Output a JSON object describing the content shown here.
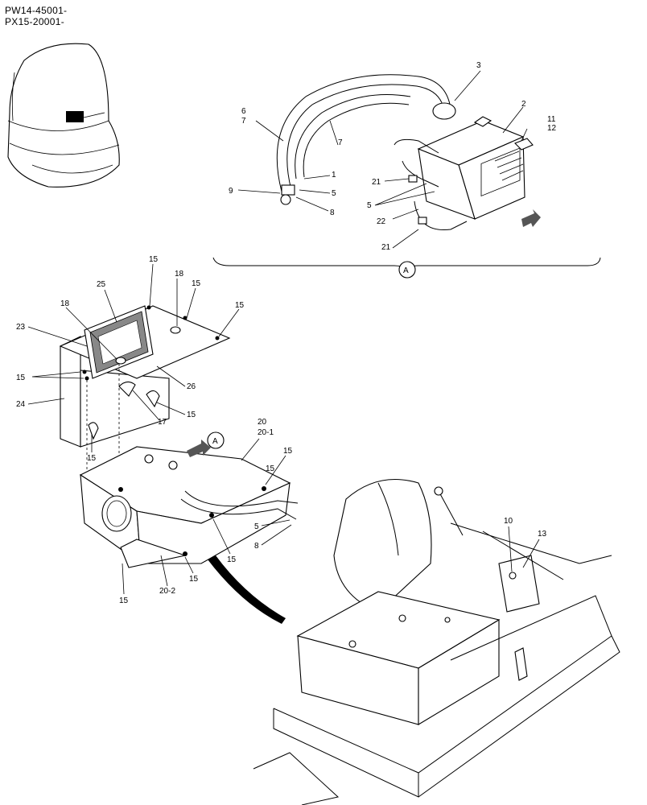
{
  "header": {
    "serial_1": "PW14-45001-",
    "serial_2": "PX15-20001-"
  },
  "detail_view": {
    "letter": "A"
  },
  "view_arrow": {
    "letter": "A"
  },
  "callouts": {
    "c1": "1",
    "c2": "2",
    "c3": "3",
    "c5a": "5",
    "c5b": "5",
    "c5c": "5",
    "c6": "6",
    "c7a": "7",
    "c7b": "7",
    "c8a": "8",
    "c8b": "8",
    "c9": "9",
    "c10": "10",
    "c11": "11",
    "c12": "12",
    "c13": "13",
    "c15a": "15",
    "c15b": "15",
    "c15c": "15",
    "c15d": "15",
    "c15e": "15",
    "c15f": "15",
    "c15g": "15",
    "c15h": "15",
    "c15i": "15",
    "c15j": "15",
    "c15k": "15",
    "c17": "17",
    "c18a": "18",
    "c18b": "18",
    "c20": "20",
    "c20_1": "20-1",
    "c20_2": "20-2",
    "c21a": "21",
    "c21b": "21",
    "c22": "22",
    "c23": "23",
    "c24": "24",
    "c25": "25",
    "c26": "26"
  }
}
